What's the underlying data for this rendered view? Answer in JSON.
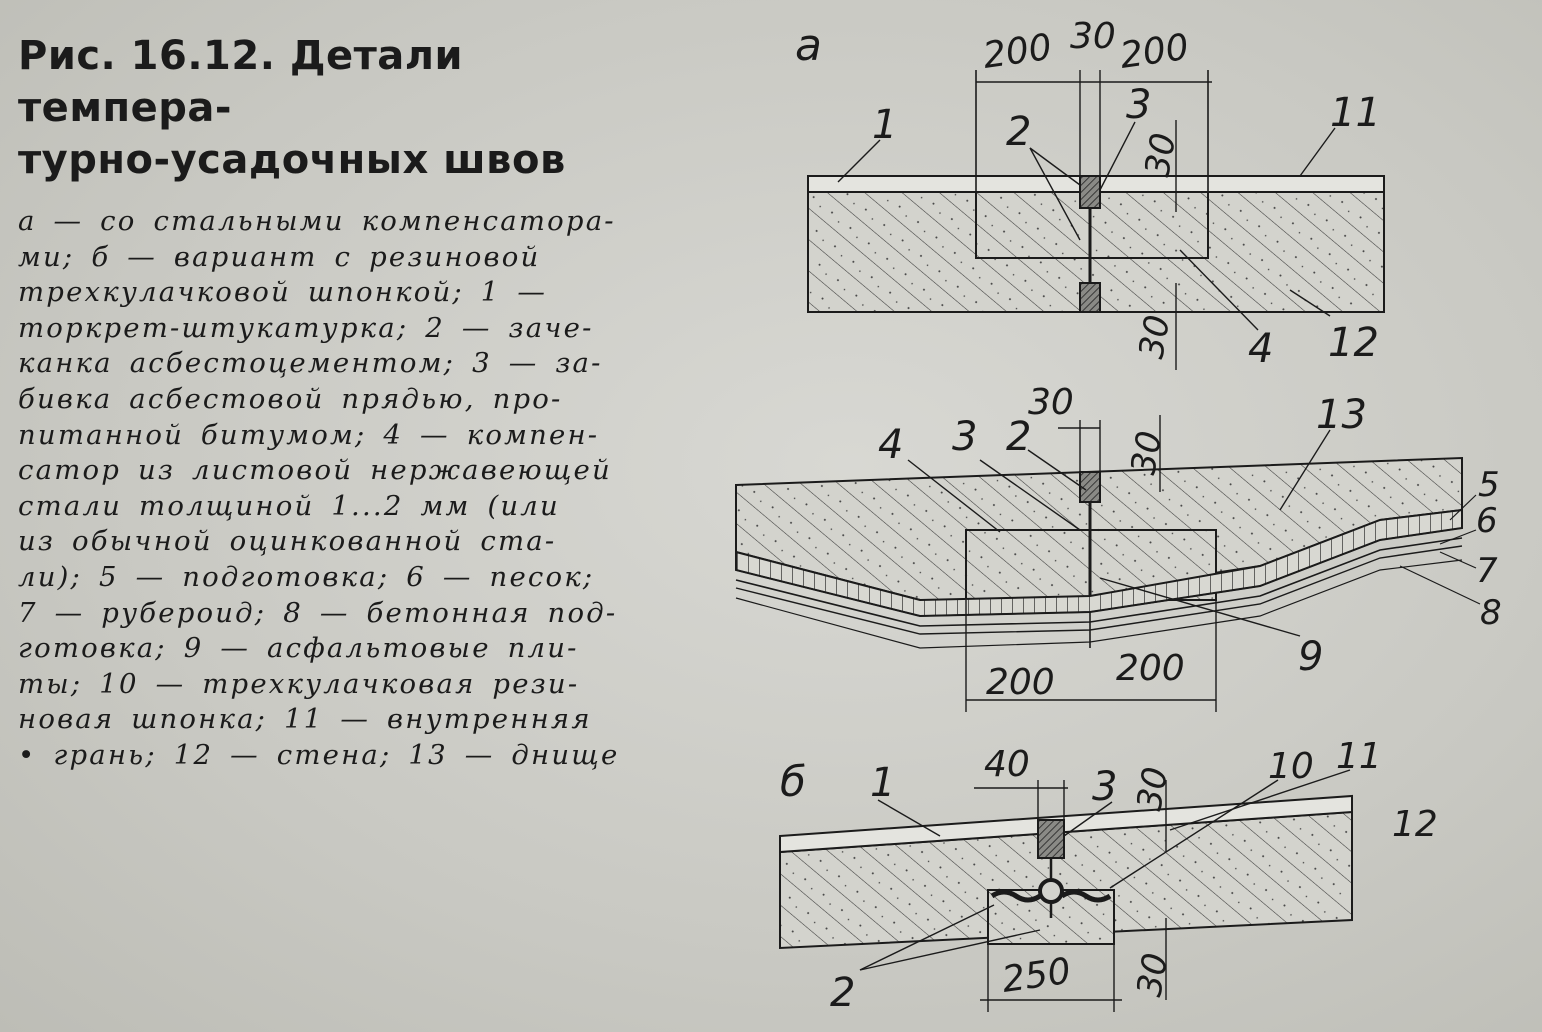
{
  "caption": {
    "title_lines": [
      "Рис. 16.12. Детали темпера-",
      "турно-усадочных швов"
    ],
    "body_lines": [
      "а — со стальными компенсатора-",
      "ми; б — вариант с резиновой",
      "трехкулачковой шпонкой; 1 —",
      "торкрет-штукатурка; 2 — заче-",
      "канка асбестоцементом; 3 — за-",
      "бивка асбестовой прядью, про-",
      "питанной битумом; 4 — компен-",
      "сатор из листовой нержавеющей",
      "стали толщиной 1...2 мм (или",
      "из обычной оцинкованной ста-",
      "ли); 5 — подготовка; 6 — песок;",
      "7 — рубероид; 8 — бетонная под-",
      "готовка; 9 — асфальтовые пли-",
      "ты; 10 — трехкулачковая рези-",
      "новая шпонка; 11 — внутренняя",
      "• грань; 12 — стена; 13 — днище"
    ]
  },
  "drawing_a_wall": {
    "variant_letter": "а",
    "dims": {
      "left_200": "200",
      "gap_30": "30",
      "right_200": "200",
      "top_30": "30",
      "bottom_30": "30"
    },
    "callouts": {
      "c1": "1",
      "c2": "2",
      "c3": "3",
      "c4": "4",
      "c11": "11",
      "c12": "12"
    }
  },
  "drawing_a_floor": {
    "dims": {
      "top_30": "30",
      "vert_30": "30",
      "left_200": "200",
      "right_200": "200"
    },
    "callouts": {
      "c4": "4",
      "c3": "3",
      "c2": "2",
      "c13": "13",
      "c5": "5",
      "c6": "6",
      "c7": "7",
      "c8": "8",
      "c9": "9"
    }
  },
  "drawing_b": {
    "variant_letter": "б",
    "dims": {
      "top_40": "40",
      "vert_30_top": "30",
      "bottom_250": "250",
      "vert_30_bottom": "30"
    },
    "callouts": {
      "c1": "1",
      "c3": "3",
      "c10": "10",
      "c11": "11",
      "c12": "12",
      "c2": "2"
    }
  }
}
